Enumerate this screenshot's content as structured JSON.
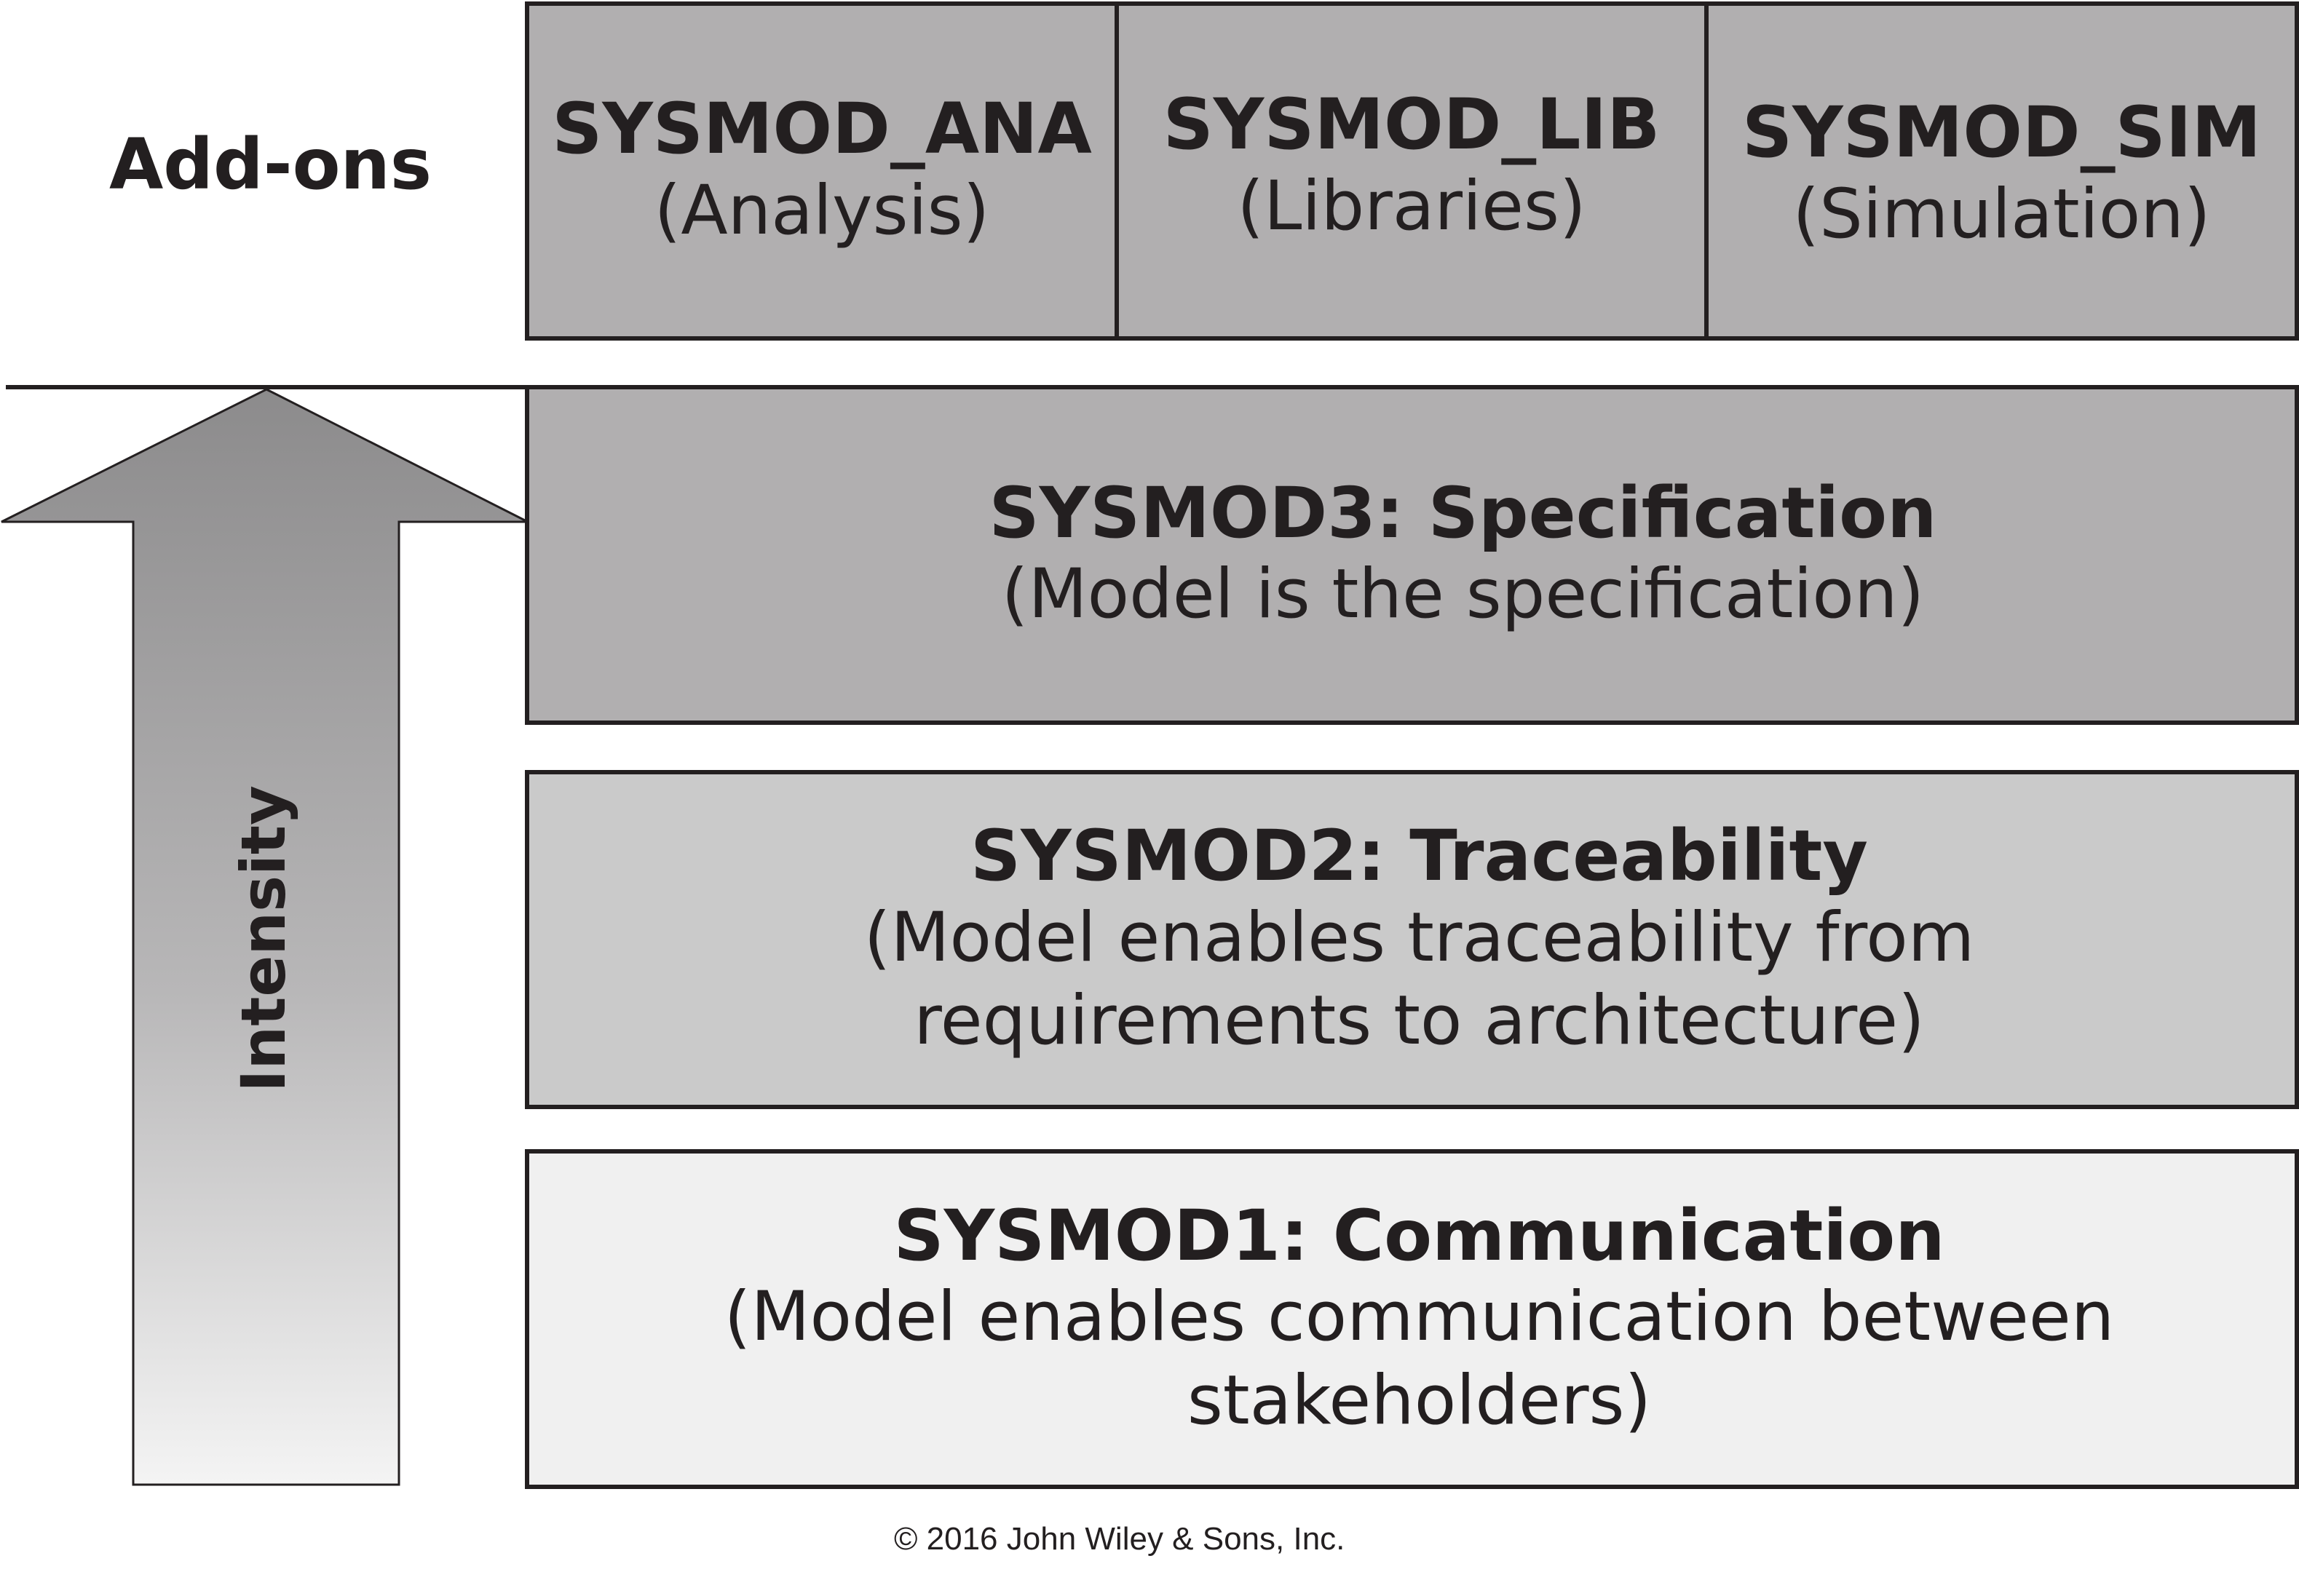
{
  "addons": {
    "label": "Add-ons",
    "items": [
      {
        "title": "SYSMOD_ANA",
        "desc": "(Analysis)"
      },
      {
        "title": "SYSMOD_LIB",
        "desc": "(Libraries)"
      },
      {
        "title": "SYSMOD_SIM",
        "desc": "(Simulation)"
      }
    ]
  },
  "levels": [
    {
      "title": "SYSMOD3: Specification",
      "desc": "(Model is the specification)"
    },
    {
      "title": "SYSMOD2: Traceability",
      "desc": "(Model enables traceability from requirements to architecture)"
    },
    {
      "title": "SYSMOD1: Communication",
      "desc": "(Model enables communication between stakeholders)"
    }
  ],
  "arrow": {
    "label": "Intensity"
  },
  "copyright": "© 2016 John Wiley & Sons, Inc.",
  "colors": {
    "addon_fill": "#b1afb0",
    "level3_fill": "#b1afb0",
    "level2_fill": "#cacaca",
    "level1_fill": "#f0f0f0",
    "outline": "#231f20"
  }
}
